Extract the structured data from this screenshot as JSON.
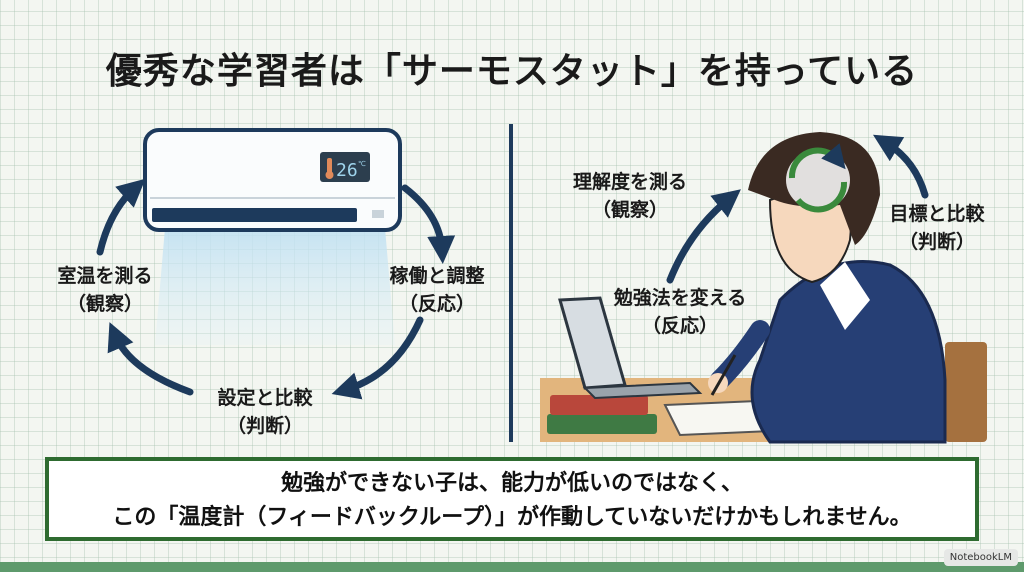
{
  "title": "優秀な学習者は「サーモスタット」を持っている",
  "left": {
    "display_temp": "26",
    "display_unit": "℃",
    "labels": [
      {
        "main": "室温を測る",
        "sub": "（観察）"
      },
      {
        "main": "稼働と調整",
        "sub": "（反応）"
      },
      {
        "main": "設定と比較",
        "sub": "（判断）"
      }
    ]
  },
  "right": {
    "labels": [
      {
        "main": "理解度を測る",
        "sub": "（観察）"
      },
      {
        "main": "目標と比較",
        "sub": "（判断）"
      },
      {
        "main": "勉強法を変える",
        "sub": "（反応）"
      }
    ]
  },
  "message": {
    "line1": "勉強ができない子は、能力が低いのではなく、",
    "line2": "この「温度計（フィードバックループ）」が作動していないだけかもしれません。"
  },
  "badge": "NotebookLM",
  "colors": {
    "navy": "#1d3a5c",
    "green": "#2e6b30",
    "loop_green": "#3a8a3c"
  }
}
